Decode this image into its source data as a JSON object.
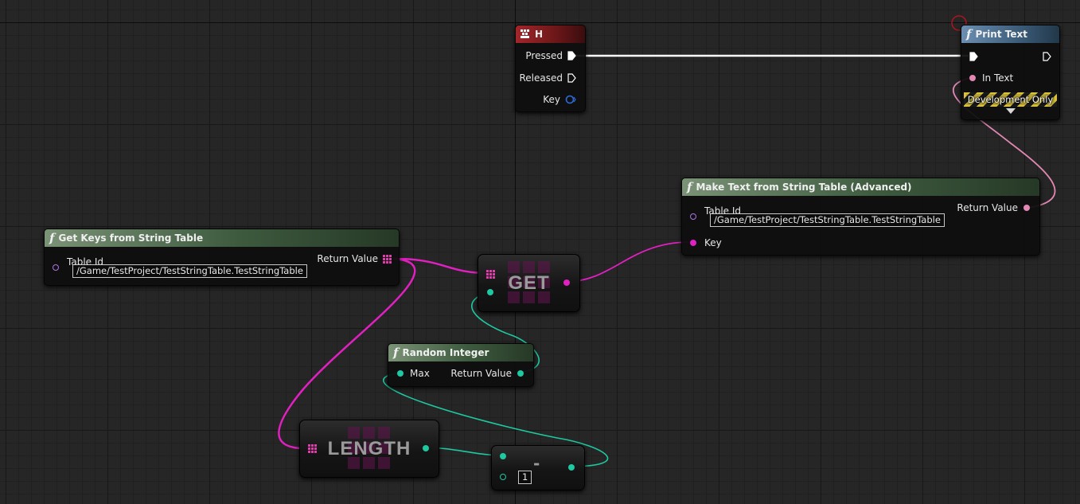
{
  "graph": {
    "colors": {
      "background": "#262626",
      "exec_wire": "#ffffff",
      "text_wire": "#e388b4",
      "name_wire": "#e020c0",
      "int_wire": "#1ec8a0",
      "object_pin": "#a678e0",
      "key_pin": "#2f6ad8"
    },
    "nodes": {
      "key_h": {
        "title": "H",
        "outputs": [
          "Pressed",
          "Released",
          "Key"
        ]
      },
      "print_text": {
        "title": "Print Text",
        "input_label": "In Text",
        "banner": "Development Only",
        "expand_icon": "chevron-down-icon"
      },
      "make_text": {
        "title": "Make Text from String Table (Advanced)",
        "table_id_label": "Table Id",
        "table_id_value": "/Game/TestProject/TestStringTable.TestStringTable",
        "key_label": "Key",
        "return_label": "Return Value"
      },
      "get_keys": {
        "title": "Get Keys from String Table",
        "table_id_label": "Table Id",
        "table_id_value": "/Game/TestProject/TestStringTable.TestStringTable",
        "return_label": "Return Value"
      },
      "get": {
        "label": "GET"
      },
      "random_integer": {
        "title": "Random Integer",
        "max_label": "Max",
        "return_label": "Return Value"
      },
      "length": {
        "label": "LENGTH"
      },
      "subtract": {
        "symbol": "-",
        "default_value": "1"
      }
    }
  }
}
